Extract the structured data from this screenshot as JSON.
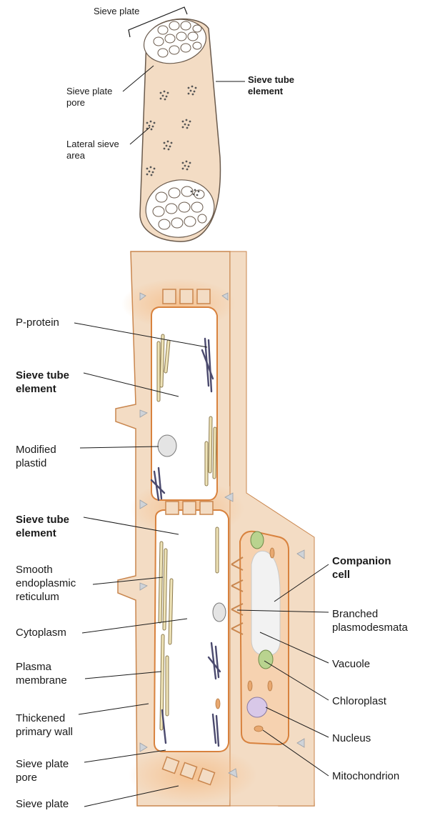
{
  "top_labels": {
    "sieve_plate": "Sieve plate",
    "sieve_plate_pore": [
      "Sieve plate",
      "pore"
    ],
    "lateral_sieve_area": [
      "Lateral sieve",
      "area"
    ],
    "sieve_tube_element": [
      "Sieve tube",
      "element"
    ]
  },
  "left_labels": {
    "p_protein": [
      "P-protein"
    ],
    "sieve_tube_element_1": [
      "Sieve tube",
      "element"
    ],
    "modified_plastid": [
      "Modified",
      "plastid"
    ],
    "sieve_tube_element_2": [
      "Sieve tube",
      "element"
    ],
    "smooth_er": [
      "Smooth",
      "endoplasmic",
      "reticulum"
    ],
    "cytoplasm": [
      "Cytoplasm"
    ],
    "plasma_membrane": [
      "Plasma",
      "membrane"
    ],
    "thickened_primary_wall": [
      "Thickened",
      "primary wall"
    ],
    "sieve_plate_pore": [
      "Sieve plate",
      "pore"
    ],
    "sieve_plate": [
      "Sieve plate"
    ]
  },
  "right_labels": {
    "companion_cell": [
      "Companion",
      "cell"
    ],
    "branched_plasmodesmata": [
      "Branched",
      "plasmodesmata"
    ],
    "vacuole": [
      "Vacuole"
    ],
    "chloroplast": [
      "Chloroplast"
    ],
    "nucleus": [
      "Nucleus"
    ],
    "mitochondrion": [
      "Mitochondrion"
    ]
  },
  "colors": {
    "wall_fill": "#f3dcc4",
    "wall_edge": "#c9864e",
    "membrane": "#d8823e",
    "cell_fill": "#ffffff",
    "glow": "#f8c99a",
    "er": "#efe4b8",
    "er_edge": "#8c7a4e",
    "p_protein": "#4b4a6e",
    "plastid": "#dcdcdc",
    "chloroplast": "#b9d38f",
    "nucleus": "#d8c8e8",
    "mitochondrion": "#e8a870",
    "leader": "#1a1a1a"
  }
}
